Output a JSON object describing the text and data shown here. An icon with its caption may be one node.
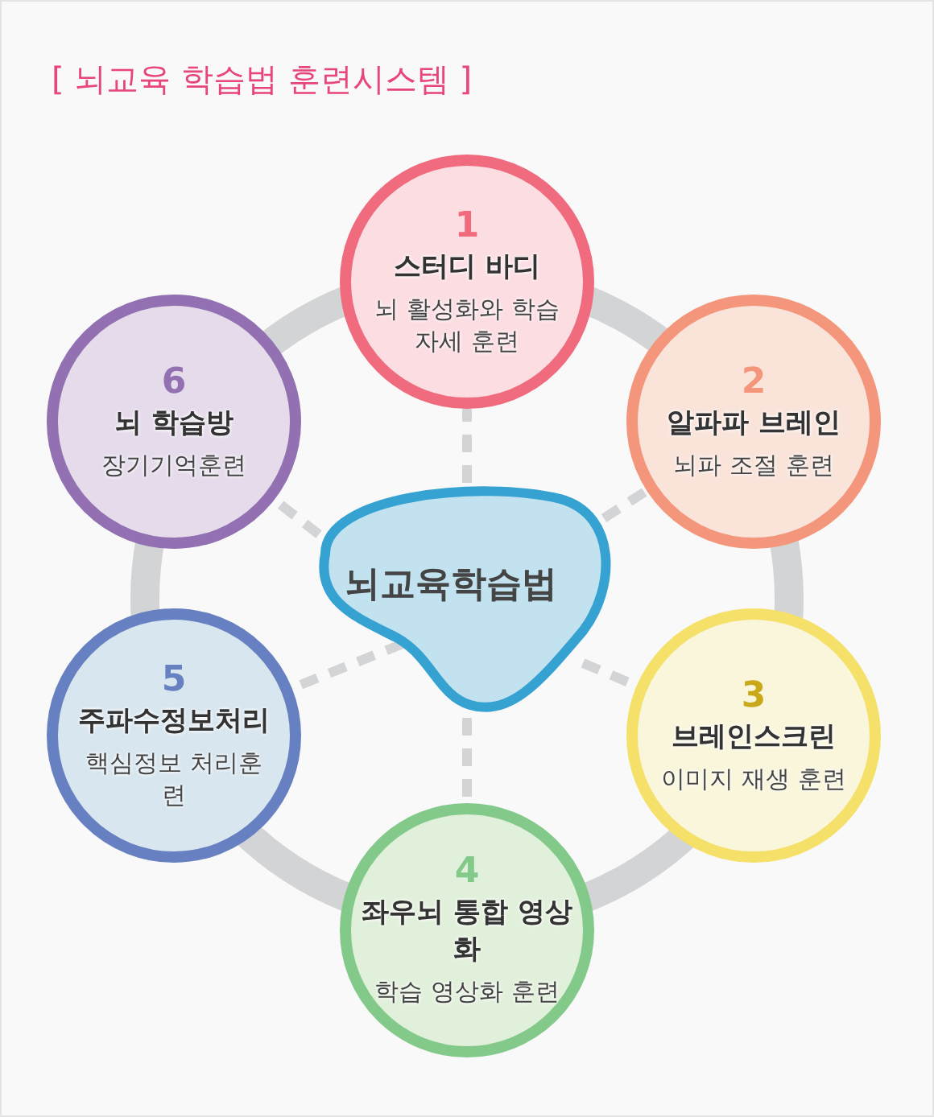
{
  "diagram": {
    "title": "[ 뇌교육 학습법 훈련시스템 ]",
    "nodes": [
      {
        "text": [
          "뇌교육학습법"
        ]
      },
      {
        "text": [
          "1",
          "스터디 바디",
          "뇌 활성화와 학습자세 훈련"
        ]
      },
      {
        "text": [
          "2",
          "알파파 브레인",
          "뇌파 조절 훈련"
        ]
      },
      {
        "text": [
          "3",
          "브레인스크린",
          "이미지 재생 훈련"
        ]
      },
      {
        "text": [
          "4",
          "좌우뇌 통합 영상화",
          "학습 영상화 훈련"
        ]
      },
      {
        "text": [
          "5",
          "주파수정보처리",
          "핵심정보 처리훈련"
        ]
      },
      {
        "text": [
          "6",
          "뇌 학습방",
          "장기기억훈련"
        ]
      }
    ],
    "edges": [
      {
        "from": 0,
        "to": 1,
        "arrow": "none",
        "style": "dashed"
      },
      {
        "from": 0,
        "to": 2,
        "arrow": "none",
        "style": "dashed"
      },
      {
        "from": 0,
        "to": 3,
        "arrow": "none",
        "style": "dashed"
      },
      {
        "from": 0,
        "to": 4,
        "arrow": "none",
        "style": "dashed"
      },
      {
        "from": 0,
        "to": 5,
        "arrow": "none",
        "style": "dashed"
      },
      {
        "from": 0,
        "to": 6,
        "arrow": "none",
        "style": "dashed"
      }
    ]
  }
}
